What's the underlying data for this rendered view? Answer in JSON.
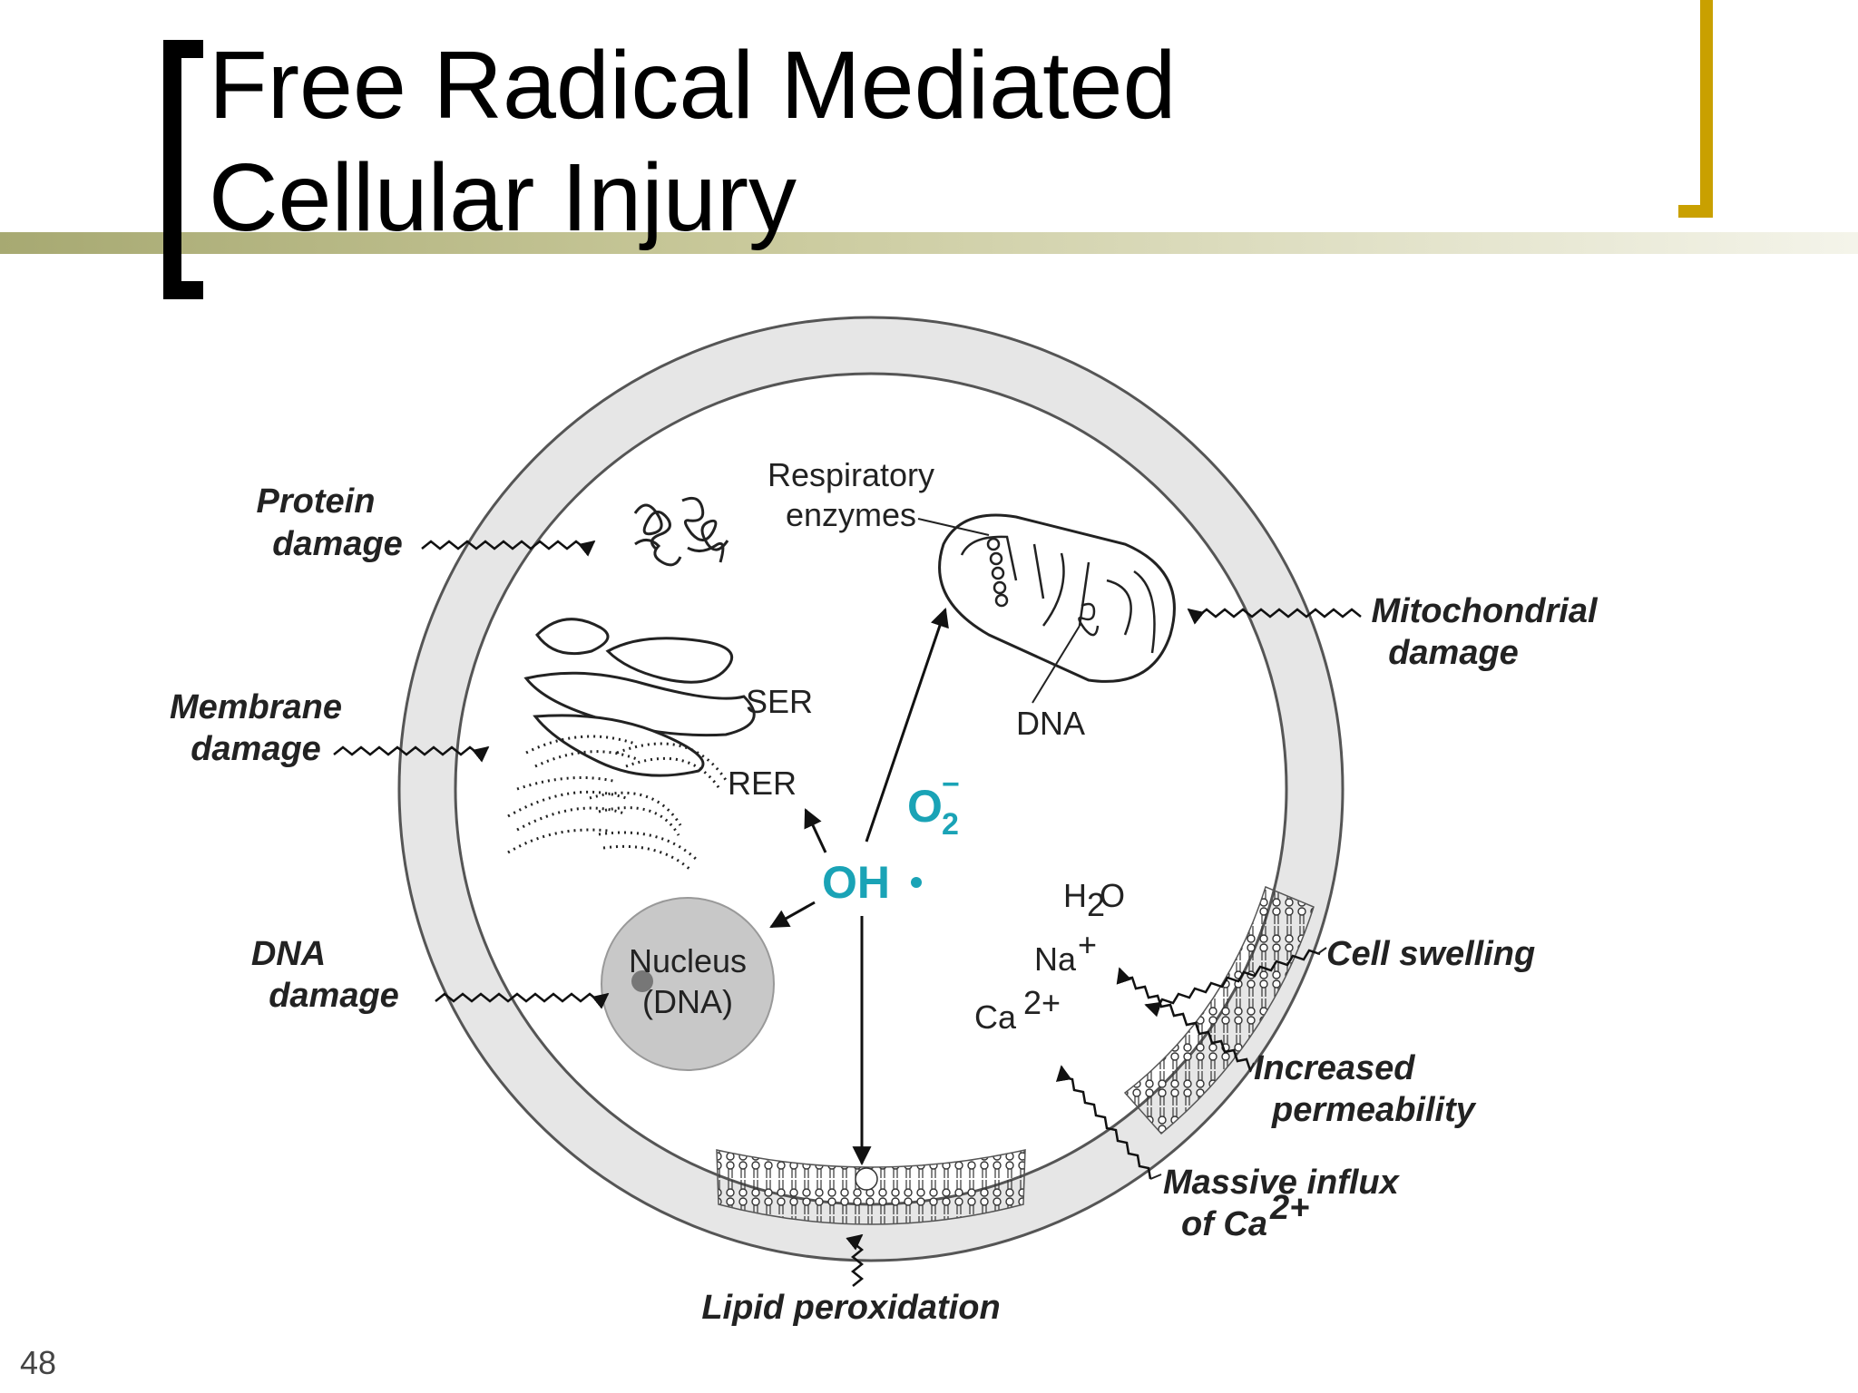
{
  "slide": {
    "title_line1": "Free Radical Mediated",
    "title_line2": "Cellular Injury",
    "page_number": "48"
  },
  "diagram": {
    "damage_labels": {
      "protein_1": "Protein",
      "protein_2": "damage",
      "membrane_1": "Membrane",
      "membrane_2": "damage",
      "dna_1": "DNA",
      "dna_2": "damage",
      "mito_1": "Mitochondrial",
      "mito_2": "damage",
      "cell_swelling": "Cell swelling",
      "increased_1": "Increased",
      "increased_2": "permeability",
      "influx_1": "Massive influx",
      "influx_2": "of Ca",
      "influx_sup": "2+",
      "lipid": "Lipid peroxidation"
    },
    "organelle_labels": {
      "resp_1": "Respiratory",
      "resp_2": "enzymes",
      "mito_dna": "DNA",
      "ser": "SER",
      "rer": "RER",
      "nucleus_1": "Nucleus",
      "nucleus_2": "(DNA)"
    },
    "ions": {
      "h2o_h": "H",
      "h2o_sub": "2",
      "h2o_o": "O",
      "na": "Na",
      "na_sup": "+",
      "ca": "Ca",
      "ca_sup": "2+"
    },
    "radicals": {
      "oh": "OH",
      "o2_o": "O",
      "o2_sub": "2",
      "o2_sup": "−"
    },
    "colors": {
      "membrane_fill": "#e6e6e6",
      "nucleus_fill": "#c8c8c8",
      "radical_text": "#1aa3b6",
      "title_rule": "#a7a972",
      "right_bracket": "#c9a000"
    }
  }
}
